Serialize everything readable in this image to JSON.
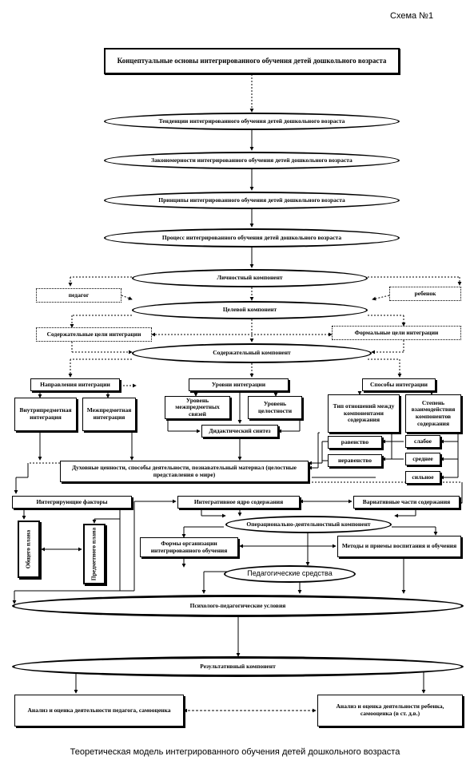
{
  "scheme_label": "Схема №1",
  "title": "Концептуальные основы интегрированного обучения детей дошкольного возраста",
  "levels": {
    "tendencies": "Тенденции интегрированного обучения детей дошкольного возраста",
    "regularities": "Закономерности интегрированного обучения детей дошкольного возраста",
    "principles": "Принципы интегрированного обучения детей дошкольного возраста",
    "process": "Процесс интегрированного обучения детей дошкольного возраста"
  },
  "personal_component": "Личностный компонент",
  "teacher": "педагог",
  "child": "ребенок",
  "target_component": "Целевой компонент",
  "content_goals": "Содержательные цели интеграции",
  "formal_goals": "Формальные цели интеграции",
  "content_component": "Содержательный компонент",
  "directions": {
    "header": "Направления интеграции",
    "intra": "Внутрипредметная интеграция",
    "inter": "Межпредметная интеграция"
  },
  "integration_levels": {
    "header": "Уровни интеграции",
    "interdisciplinary": "Уровень межпредметных связей",
    "integrity": "Уровень целостности",
    "synthesis": "Дидактический синтез"
  },
  "methods": {
    "header": "Способы интеграции",
    "relation_type": "Тип отношений между компонентами содержания",
    "interaction_degree": "Степень взаимодействия компонентов содержания",
    "equality": "равенство",
    "inequality": "неравенство",
    "weak": "слабое",
    "medium": "среднее",
    "strong": "сильное"
  },
  "values": "Духовные ценности, способы деятельности, познавательный материал (целостные представления о мире)",
  "integrating_factors": "Интегрирующие факторы",
  "general_plan": "Общего плана",
  "subject_plan": "Предметного плана",
  "core": "Интегративное ядро содержания",
  "variative": "Вариативные части содержания",
  "operational": "Операционально-деятельностный компонент",
  "forms": "Формы организации интегрированного обучения",
  "methods_upbringing": "Методы и приемы воспитания и обучения",
  "pedagogical_means": "Педагогические средства",
  "conditions": "Психолого-педагогические условия",
  "result": "Результативный компонент",
  "analysis_teacher": "Анализ и оценка деятельности педагога, самооценка",
  "analysis_child": "Анализ и оценка деятельности ребенка, самооценка (в ст. д.в.)",
  "caption": "Теоретическая модель интегрированного обучения детей дошкольного возраста"
}
